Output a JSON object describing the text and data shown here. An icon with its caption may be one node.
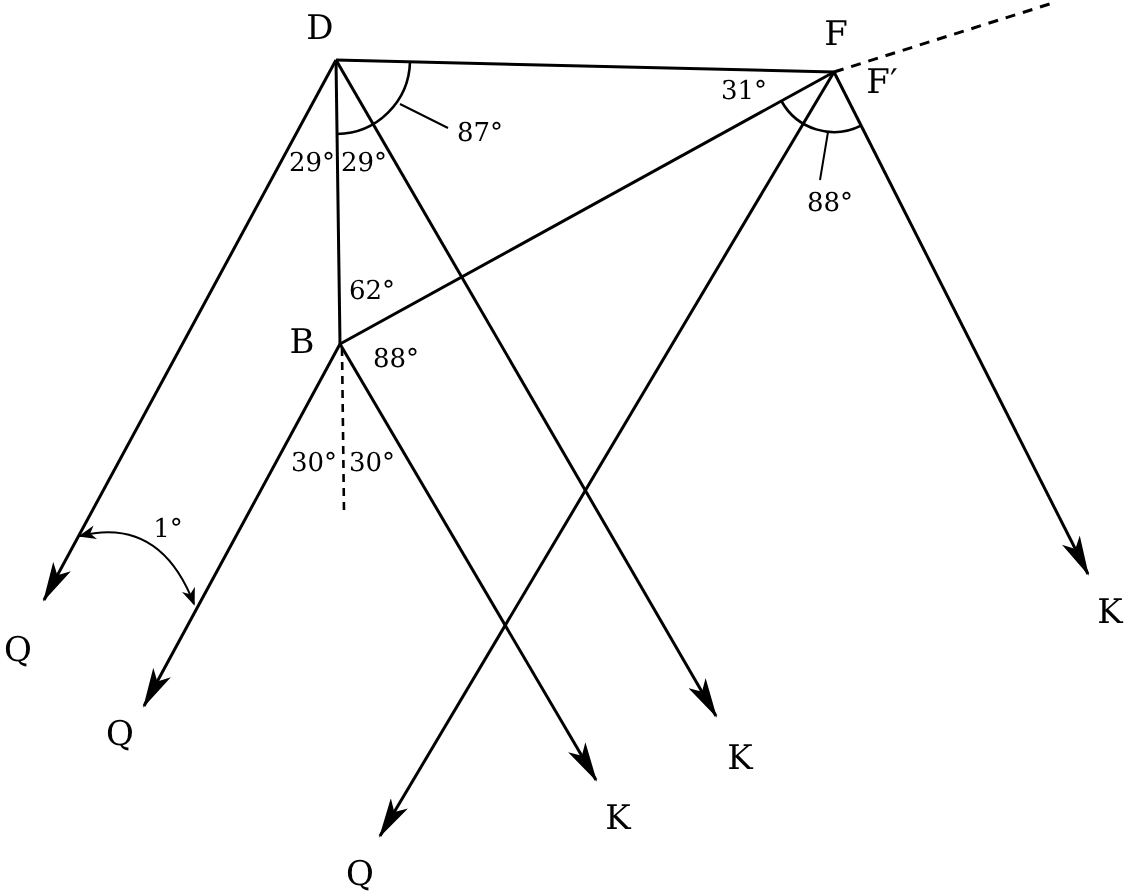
{
  "diagram": {
    "nodes": [
      {
        "text": [
          "D"
        ]
      },
      {
        "text": [
          "F"
        ]
      },
      {
        "text": [
          "B"
        ]
      },
      {
        "text": [
          "Q"
        ]
      },
      {
        "text": [
          "Q"
        ]
      },
      {
        "text": [
          "K"
        ]
      },
      {
        "text": [
          "K"
        ]
      },
      {
        "text": [
          "Q"
        ]
      },
      {
        "text": [
          "K"
        ]
      }
    ],
    "edges": [
      {
        "from": 0,
        "to": 1,
        "arrow": "none"
      },
      {
        "from": 0,
        "to": 2,
        "arrow": "none"
      },
      {
        "from": 2,
        "to": 1,
        "arrow": "none"
      },
      {
        "from": 0,
        "to": 3,
        "arrow": "to"
      },
      {
        "from": 0,
        "to": 5,
        "arrow": "to"
      },
      {
        "from": 2,
        "to": 4,
        "arrow": "to"
      },
      {
        "from": 2,
        "to": 6,
        "arrow": "to"
      },
      {
        "from": 1,
        "to": 7,
        "arrow": "to"
      },
      {
        "from": 1,
        "to": 8,
        "arrow": "to"
      },
      {
        "from": 1,
        "to": null,
        "arrow": "none",
        "style": "dashed"
      }
    ],
    "labels": [
      "F′",
      "31°",
      "87°",
      "29°",
      "29°",
      "88°",
      "62°",
      "88°",
      "30°",
      "30°",
      "1°"
    ]
  }
}
